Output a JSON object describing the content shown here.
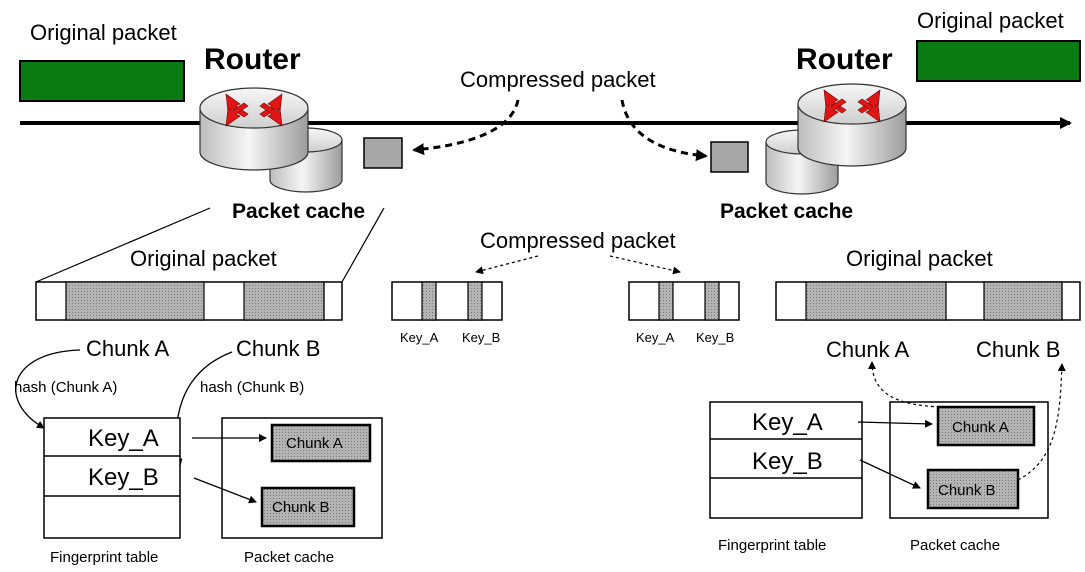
{
  "labels": {
    "original_packet_left": "Original packet",
    "original_packet_right": "Original packet",
    "router_left": "Router",
    "router_right": "Router",
    "compressed_packet_top": "Compressed packet",
    "packet_cache_left": "Packet cache",
    "packet_cache_right": "Packet cache",
    "compressed_packet_mid": "Compressed packet",
    "original_packet_mid_left": "Original packet",
    "original_packet_mid_right": "Original packet",
    "key_a_mid_left": "Key_A",
    "key_b_mid_left": "Key_B",
    "key_a_mid_right": "Key_A",
    "key_b_mid_right": "Key_B",
    "chunk_a_left": "Chunk A",
    "chunk_b_left": "Chunk B",
    "chunk_a_right": "Chunk A",
    "chunk_b_right": "Chunk B",
    "hash_a": "hash (Chunk A)",
    "hash_b": "hash (Chunk B)",
    "table_key_a_left": "Key_A",
    "table_key_b_left": "Key_B",
    "table_key_a_right": "Key_A",
    "table_key_b_right": "Key_B",
    "cache_chunk_a_left": "Chunk A",
    "cache_chunk_b_left": "Chunk B",
    "cache_chunk_a_right": "Chunk A",
    "cache_chunk_b_right": "Chunk B",
    "fingerprint_table_left": "Fingerprint table",
    "packet_cache_caption_left": "Packet cache",
    "fingerprint_table_right": "Fingerprint table",
    "packet_cache_caption_right": "Packet cache"
  },
  "colors": {
    "packet_green": "#0a7a12",
    "chunk_gray": "#a8a8a8",
    "arrow_red": "#e01515",
    "line": "#000000"
  }
}
